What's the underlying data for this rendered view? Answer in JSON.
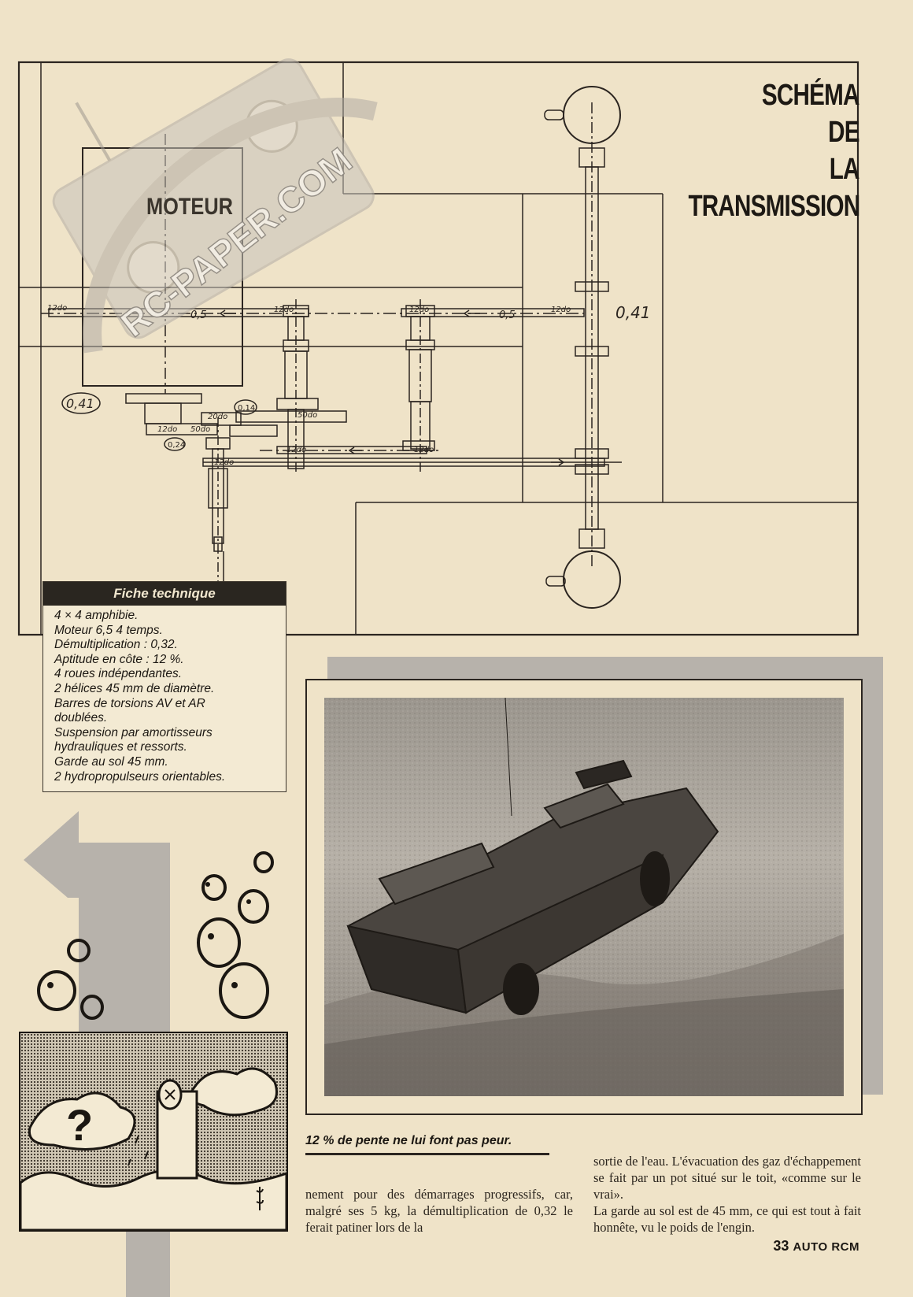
{
  "diagram": {
    "title_lines": [
      "SCHÉMA",
      "DE",
      "LA",
      "TRANSMISSION"
    ],
    "motor_label": "MOTEUR",
    "watermark": "RC-PAPER.COM",
    "ratio_right": "0,41",
    "ratio_left": "0,41",
    "ratio_small_1": "0,14",
    "ratio_small_2": "0,24",
    "ratio_mid": "0,5",
    "ratio_mid_2": "0,5",
    "gear_labels": [
      "12do",
      "12do",
      "12do",
      "12do",
      "50do",
      "20do",
      "50do",
      "12do",
      "12do",
      "12do",
      "12do"
    ]
  },
  "fiche": {
    "heading": "Fiche technique",
    "items": [
      "4 × 4 amphibie.",
      "Moteur 6,5 4 temps.",
      "Démultiplication : 0,32.",
      "Aptitude en côte : 12 %.",
      "4 roues indépendantes.",
      "2 hélices 45 mm de diamètre.",
      "Barres de torsions AV et AR",
      "doublées.",
      "Suspension par amortisseurs",
      "hydrauliques et ressorts.",
      "Garde au sol 45 mm.",
      "2 hydropropulseurs orientables."
    ]
  },
  "photo": {
    "caption": "12 % de pente ne lui font pas peur."
  },
  "cartoon": {
    "question_mark": "?"
  },
  "article": {
    "col1": "nement pour des démarrages progressifs, car, malgré ses 5 kg, la démultiplication de 0,32 le ferait patiner lors de la",
    "col2_p1": "sortie de l'eau. L'évacuation des gaz d'échappement se fait par un pot situé sur le toit, «comme sur le vrai».",
    "col2_p2": "La garde au sol est de 45 mm, ce qui est tout à fait honnête, vu le poids de l'engin."
  },
  "footer": {
    "page_number": "33",
    "brand": "AUTO RCM"
  },
  "colors": {
    "paper": "#efe3c8",
    "ink": "#1b1712",
    "tint": "#b8b2aa"
  }
}
